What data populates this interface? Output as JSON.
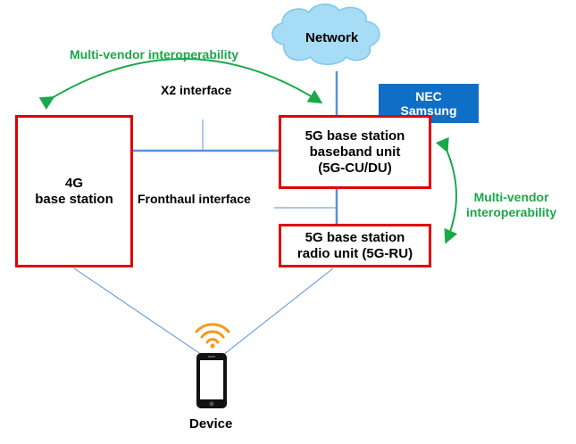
{
  "network": "Network",
  "vendors": [
    "NEC",
    "Samsung"
  ],
  "boxes": {
    "bs4g": "4G\nbase station",
    "bbu": "5G base station\nbaseband unit\n(5G-CU/DU)",
    "ru": "5G base station\nradio unit (5G-RU)"
  },
  "interfaces": {
    "x2": "X2 interface",
    "fronthaul": "Fronthaul interface"
  },
  "interop_top": "Multi-vendor interoperability",
  "interop_right": "Multi-vendor\ninteroperability",
  "device": "Device",
  "colors": {
    "box_border": "#e00000",
    "link": "#5b8fd6",
    "interop": "#1aa84a",
    "cloud": "#a6dcf5",
    "vendor_box": "#0f6fc6",
    "wifi": "#f39a1b"
  }
}
